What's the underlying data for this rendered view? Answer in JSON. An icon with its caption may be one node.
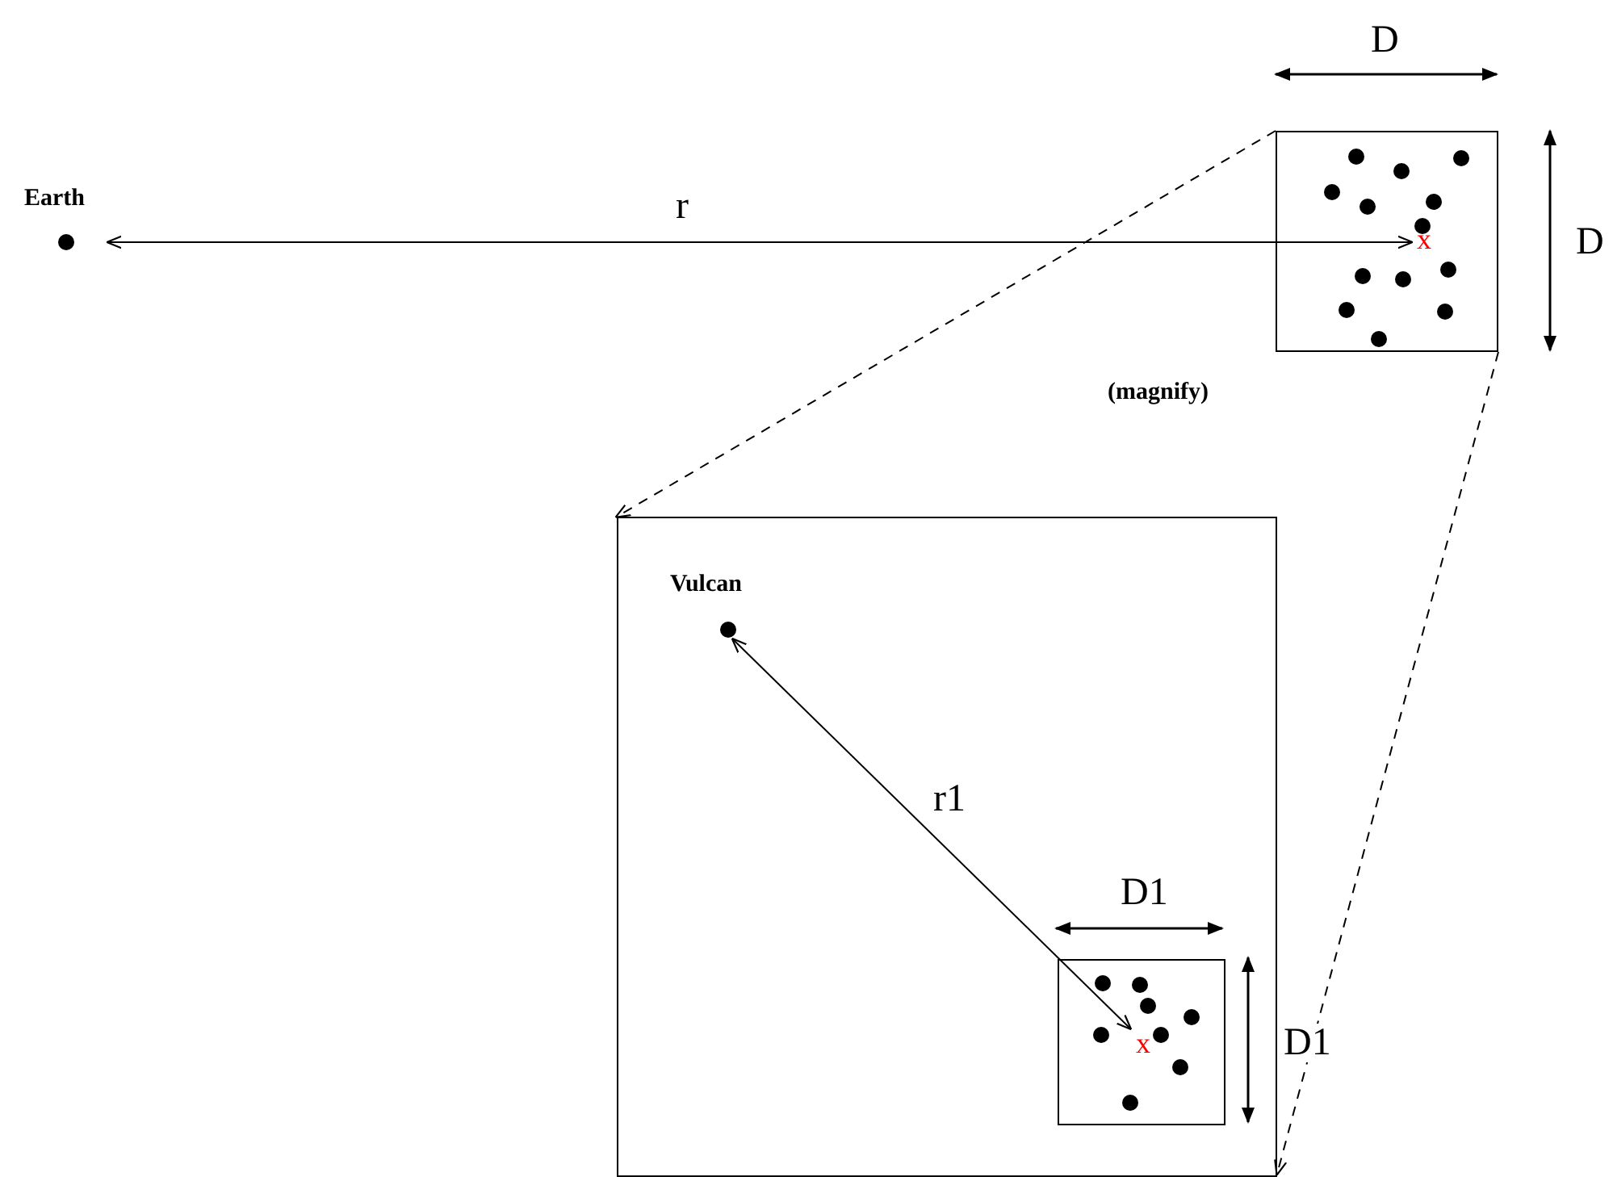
{
  "diagram": {
    "nodes": [
      {
        "text": [
          "Earth"
        ]
      },
      {
        "text": [],
        "shape": "box"
      },
      {
        "text": [
          "x"
        ],
        "in": 1
      },
      {
        "text": [],
        "shape": "box"
      },
      {
        "text": [
          "Vulcan"
        ],
        "in": 3
      },
      {
        "text": [],
        "shape": "box",
        "in": 3
      },
      {
        "text": [
          "x"
        ],
        "in": 5
      }
    ],
    "edges": [
      {
        "from": 0,
        "to": 2,
        "arrow": "both",
        "label": "r"
      },
      {
        "from": 1,
        "to": 3,
        "arrow": "to",
        "style": "dashed"
      },
      {
        "from": 1,
        "to": 3,
        "arrow": "to",
        "style": "dashed"
      },
      {
        "from": 4,
        "to": 6,
        "arrow": "both",
        "label": "r1"
      }
    ],
    "labels": [
      "D",
      "D",
      "(magnify)",
      "D1",
      "D1"
    ]
  }
}
